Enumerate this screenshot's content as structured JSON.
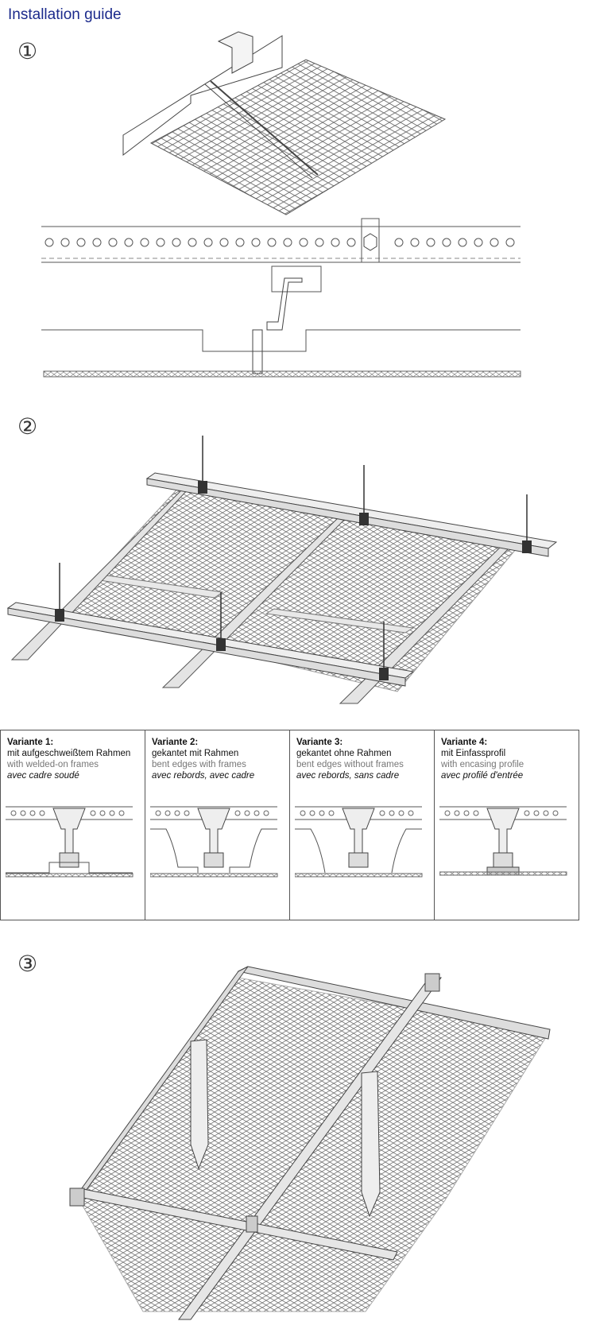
{
  "title": "Installation guide",
  "steps": [
    "①",
    "②",
    "③"
  ],
  "variants": [
    {
      "title": "Variante 1:",
      "de": "mit aufgeschweißtem Rahmen",
      "en": "with welded-on frames",
      "fr": "avec cadre soudé"
    },
    {
      "title": "Variante 2:",
      "de": "gekantet mit Rahmen",
      "en": "bent edges with frames",
      "fr": "avec rebords, avec cadre"
    },
    {
      "title": "Variante 3:",
      "de": "gekantet ohne Rahmen",
      "en": "bent edges without frames",
      "fr": "avec rebords, sans cadre"
    },
    {
      "title": "Variante 4:",
      "de": "mit Einfassprofil",
      "en": "with encasing profile",
      "fr": "avec profilé d'entrée"
    }
  ],
  "colors": {
    "title": "#1b2a8c",
    "line": "#444444",
    "mesh": "#888888"
  }
}
